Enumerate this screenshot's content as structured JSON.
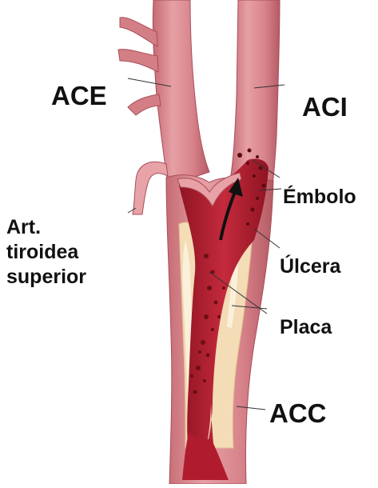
{
  "labels": {
    "ace": "ACE",
    "aci": "ACI",
    "embolo": "Émbolo",
    "ulcera": "Úlcera",
    "placa": "Placa",
    "acc": "ACC",
    "tiroidea": [
      "Art.",
      "tiroidea",
      "superior"
    ]
  },
  "colors": {
    "vessel_wall": "#d9868c",
    "vessel_shade": "#b85f68",
    "lumen_blood": "#b01c2e",
    "plaque": "#f3dcb6",
    "plaque_light": "#fbf0dc",
    "clot_dots": "#5a0a12",
    "arrow": "#111111",
    "leader_lines": "#333333"
  }
}
